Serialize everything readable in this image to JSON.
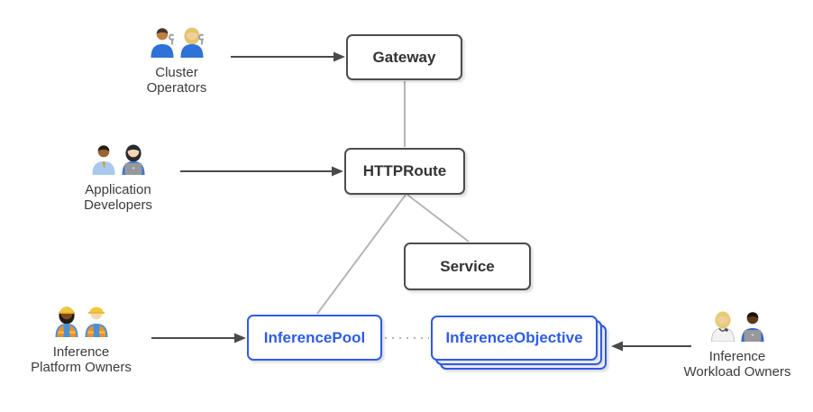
{
  "palette": {
    "node_border_gray": "#4d4d4d",
    "node_label_gray": "#333333",
    "accent_blue": "#2e5ce5",
    "connector_gray": "#b5b5b5",
    "arrow_gray": "#4a4a4a",
    "actor_label_gray": "#3b3b3b",
    "background": "#ffffff"
  },
  "nodes": [
    {
      "id": "gateway",
      "label": "Gateway",
      "style": "gray"
    },
    {
      "id": "httproute",
      "label": "HTTPRoute",
      "style": "gray"
    },
    {
      "id": "service",
      "label": "Service",
      "style": "gray"
    },
    {
      "id": "inferencepool",
      "label": "InferencePool",
      "style": "blue"
    },
    {
      "id": "inferenceobjective",
      "label": "InferenceObjective",
      "style": "blue",
      "stacked_layers": 3
    }
  ],
  "actors": [
    {
      "id": "cluster-operators",
      "lines": [
        "Cluster",
        "Operators"
      ],
      "people": [
        "man-mechanic",
        "woman-mechanic"
      ]
    },
    {
      "id": "application-developers",
      "lines": [
        "Application",
        "Developers"
      ],
      "people": [
        "man-technologist",
        "woman-technologist"
      ]
    },
    {
      "id": "inference-platform-owners",
      "lines": [
        "Inference",
        "Platform Owners"
      ],
      "people": [
        "woman-construction-worker",
        "man-construction-worker"
      ]
    },
    {
      "id": "inference-workload-owners",
      "lines": [
        "Inference",
        "Workload Owners"
      ],
      "people": [
        "health-worker",
        "man-technologist-dark"
      ]
    }
  ],
  "edges": [
    {
      "from": "gateway",
      "to": "httproute",
      "type": "plain"
    },
    {
      "from": "httproute",
      "to": "inferencepool",
      "type": "plain"
    },
    {
      "from": "httproute",
      "to": "service",
      "type": "plain"
    },
    {
      "from": "inferencepool",
      "to": "inferenceobjective",
      "type": "dotted"
    },
    {
      "from": "cluster-operators",
      "to": "gateway",
      "type": "arrow"
    },
    {
      "from": "application-developers",
      "to": "httproute",
      "type": "arrow"
    },
    {
      "from": "inference-platform-owners",
      "to": "inferencepool",
      "type": "arrow"
    },
    {
      "from": "inference-workload-owners",
      "to": "inferenceobjective",
      "type": "arrow"
    }
  ]
}
